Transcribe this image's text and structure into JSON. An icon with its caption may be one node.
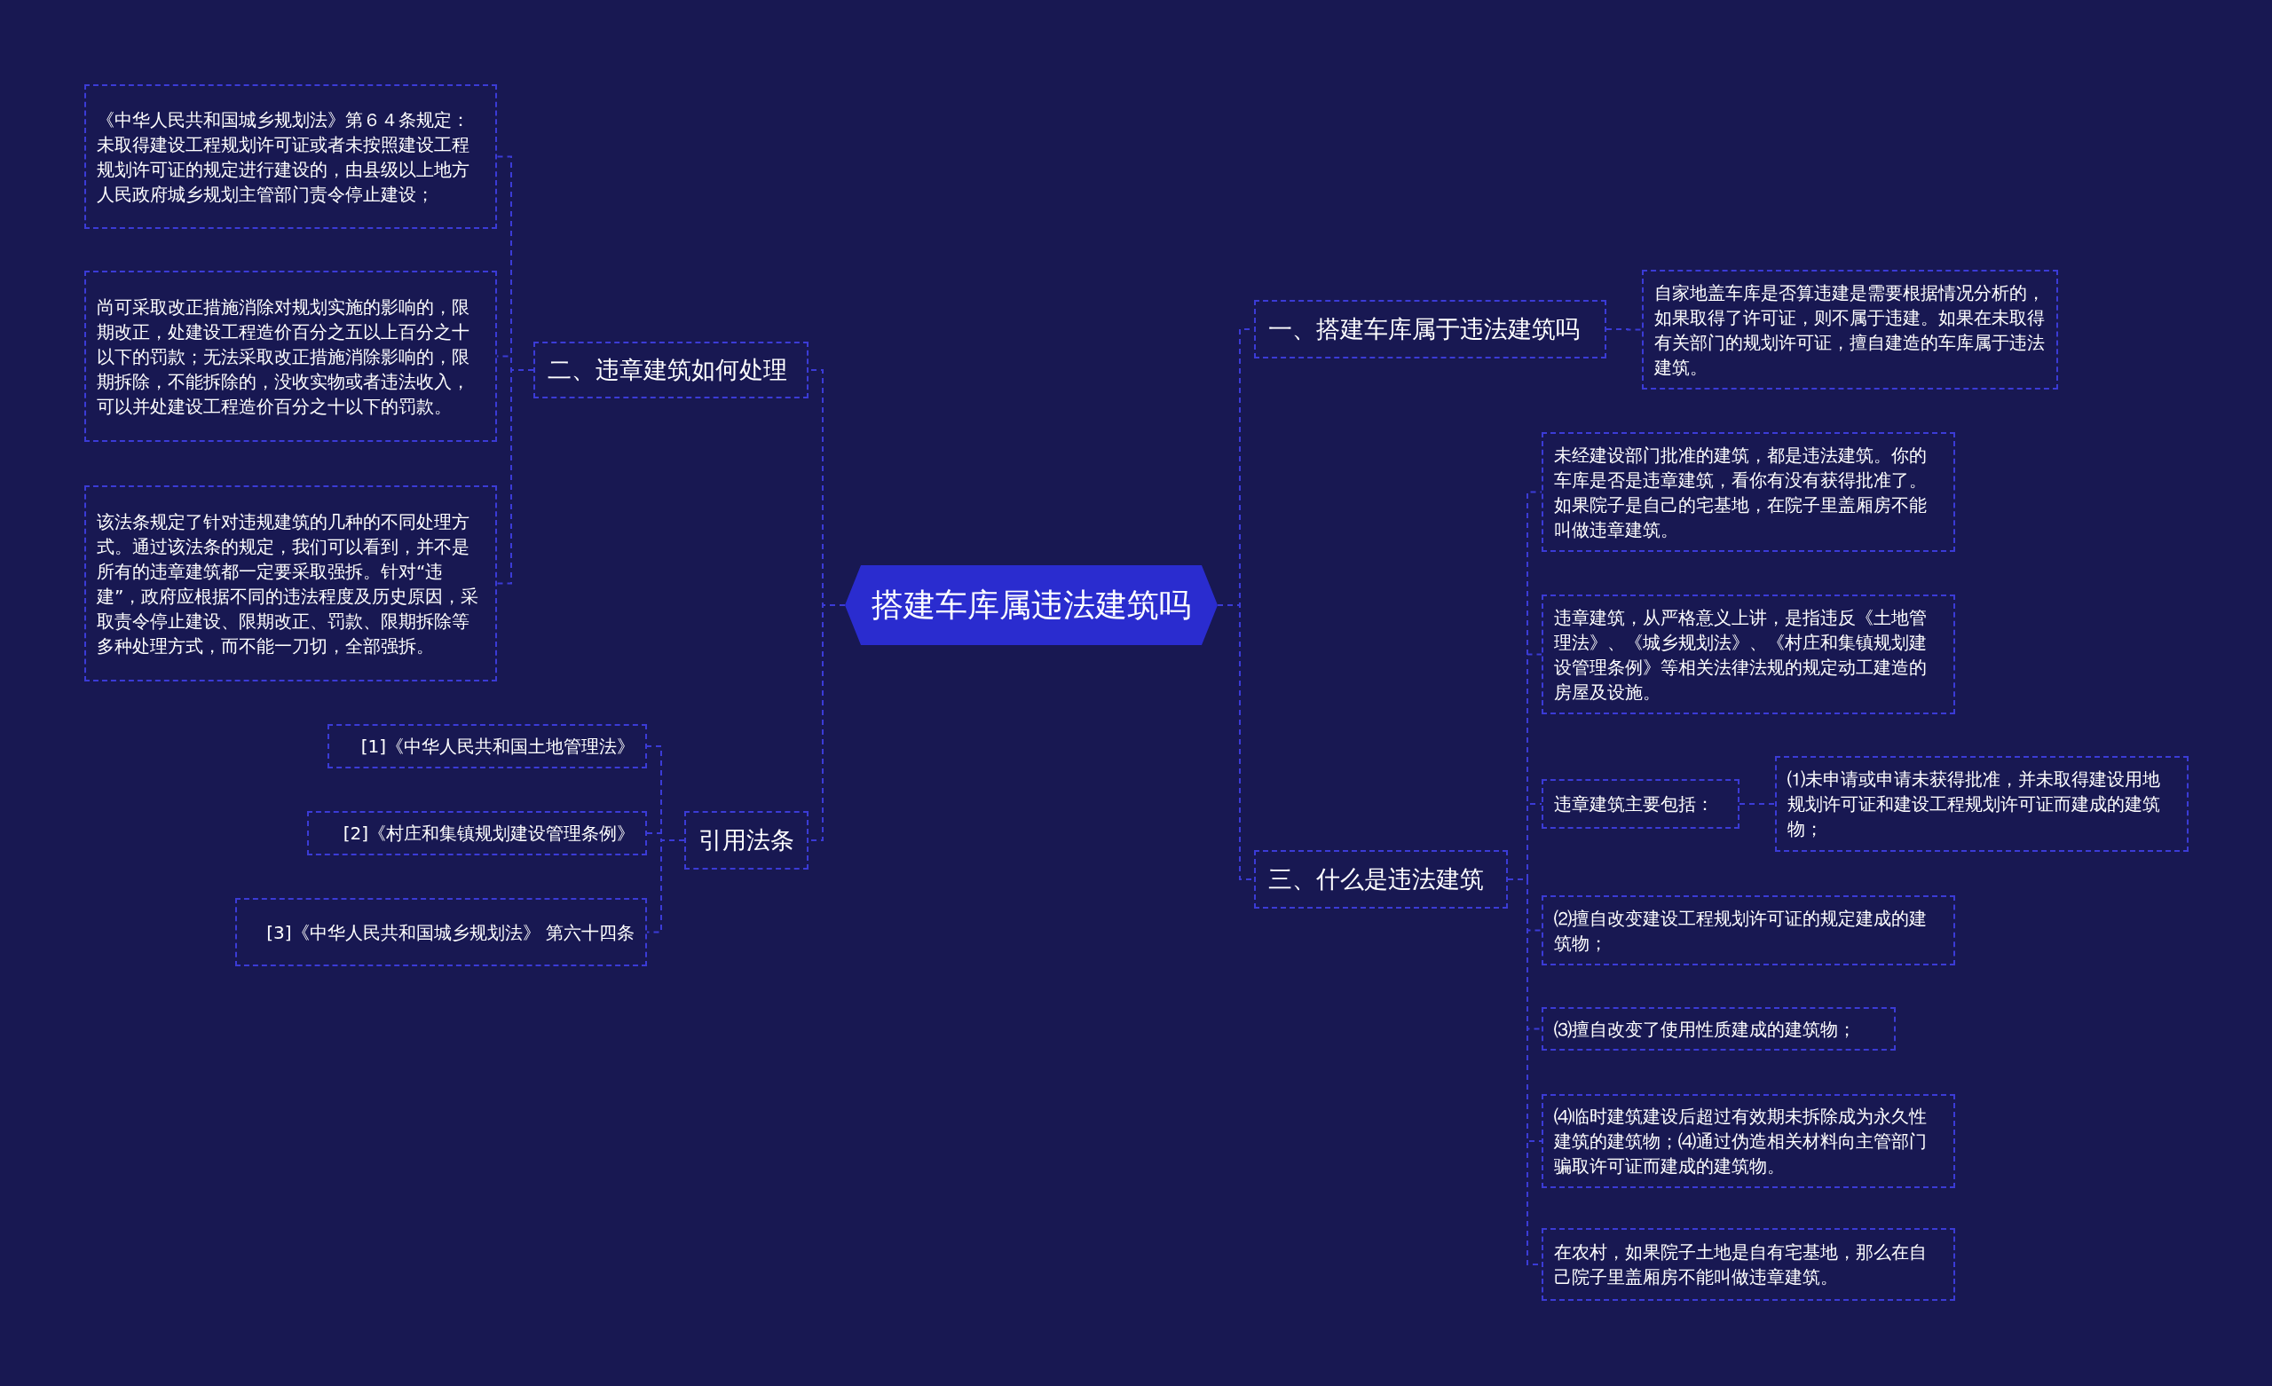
{
  "diagram": {
    "nodes": [
      {
        "text": [
          "搭建车库属违法建筑吗"
        ]
      },
      {
        "text": [
          "一、搭建车库属于违法建筑吗"
        ]
      },
      {
        "text": [
          "自家地盖车库是否算违建是需要根据情况分析的，如果取得了许可证，则不属于违建。如果在未取得有关部门的规划许可证，擅自建造的车库属于违法建筑。"
        ]
      },
      {
        "text": [
          "二、违章建筑如何处理"
        ]
      },
      {
        "text": [
          "《中华人民共和国城乡规划法》第６４条规定：未取得建设工程规划许可证或者未按照建设工程规划许可证的规定进行建设的，由县级以上地方人民政府城乡规划主管部门责令停止建设；"
        ]
      },
      {
        "text": [
          "尚可采取改正措施消除对规划实施的影响的，限期改正，处建设工程造价百分之五以上百分之十以下的罚款；无法采取改正措施消除影响的，限期拆除，不能拆除的，没收实物或者违法收入，可以并处建设工程造价百分之十以下的罚款。"
        ]
      },
      {
        "text": [
          "该法条规定了针对违规建筑的几种的不同处理方式。通过该法条的规定，我们可以看到，并不是所有的违章建筑都一定要采取强拆。针对“违建”，政府应根据不同的违法程度及历史原因，采取责令停止建设、限期改正、罚款、限期拆除等多种处理方式，而不能一刀切，全部强拆。"
        ]
      },
      {
        "text": [
          "引用法条"
        ]
      },
      {
        "text": [
          "[1]《中华人民共和国土地管理法》"
        ]
      },
      {
        "text": [
          "[2]《村庄和集镇规划建设管理条例》"
        ]
      },
      {
        "text": [
          "[3]《中华人民共和国城乡规划法》 第六十四条"
        ]
      },
      {
        "text": [
          "三、什么是违法建筑"
        ]
      },
      {
        "text": [
          "未经建设部门批准的建筑，都是违法建筑。你的车库是否是违章建筑，看你有没有获得批准了。如果院子是自己的宅基地，在院子里盖厢房不能叫做违章建筑。"
        ]
      },
      {
        "text": [
          "违章建筑，从严格意义上讲，是指违反《土地管理法》、《城乡规划法》、《村庄和集镇规划建设管理条例》等相关法律法规的规定动工建造的房屋及设施。"
        ]
      },
      {
        "text": [
          "违章建筑主要包括："
        ]
      },
      {
        "text": [
          "⑴未申请或申请未获得批准，并未取得建设用地规划许可证和建设工程规划许可证而建成的建筑物；"
        ]
      },
      {
        "text": [
          "⑵擅自改变建设工程规划许可证的规定建成的建筑物；"
        ]
      },
      {
        "text": [
          "⑶擅自改变了使用性质建成的建筑物；"
        ]
      },
      {
        "text": [
          "⑷临时建筑建设后超过有效期未拆除成为永久性建筑的建筑物；⑷通过伪造相关材料向主管部门骗取许可证而建成的建筑物。"
        ]
      },
      {
        "text": [
          "在农村，如果院子土地是自有宅基地，那么在自己院子里盖厢房不能叫做违章建筑。"
        ]
      }
    ],
    "edges": [
      {
        "from": 0,
        "to": 1,
        "arrow": "none",
        "style": "dashed"
      },
      {
        "from": 1,
        "to": 2,
        "arrow": "none",
        "style": "dashed"
      },
      {
        "from": 0,
        "to": 3,
        "arrow": "none",
        "style": "dashed"
      },
      {
        "from": 3,
        "to": 4,
        "arrow": "none",
        "style": "dashed"
      },
      {
        "from": 3,
        "to": 5,
        "arrow": "none",
        "style": "dashed"
      },
      {
        "from": 3,
        "to": 6,
        "arrow": "none",
        "style": "dashed"
      },
      {
        "from": 0,
        "to": 7,
        "arrow": "none",
        "style": "dashed"
      },
      {
        "from": 7,
        "to": 8,
        "arrow": "none",
        "style": "dashed"
      },
      {
        "from": 7,
        "to": 9,
        "arrow": "none",
        "style": "dashed"
      },
      {
        "from": 7,
        "to": 10,
        "arrow": "none",
        "style": "dashed"
      },
      {
        "from": 0,
        "to": 11,
        "arrow": "none",
        "style": "dashed"
      },
      {
        "from": 11,
        "to": 12,
        "arrow": "none",
        "style": "dashed"
      },
      {
        "from": 11,
        "to": 13,
        "arrow": "none",
        "style": "dashed"
      },
      {
        "from": 11,
        "to": 14,
        "arrow": "none",
        "style": "dashed"
      },
      {
        "from": 14,
        "to": 15,
        "arrow": "none",
        "style": "dashed"
      },
      {
        "from": 11,
        "to": 16,
        "arrow": "none",
        "style": "dashed"
      },
      {
        "from": 11,
        "to": 17,
        "arrow": "none",
        "style": "dashed"
      },
      {
        "from": 11,
        "to": 18,
        "arrow": "none",
        "style": "dashed"
      },
      {
        "from": 11,
        "to": 19,
        "arrow": "none",
        "style": "dashed"
      }
    ]
  }
}
